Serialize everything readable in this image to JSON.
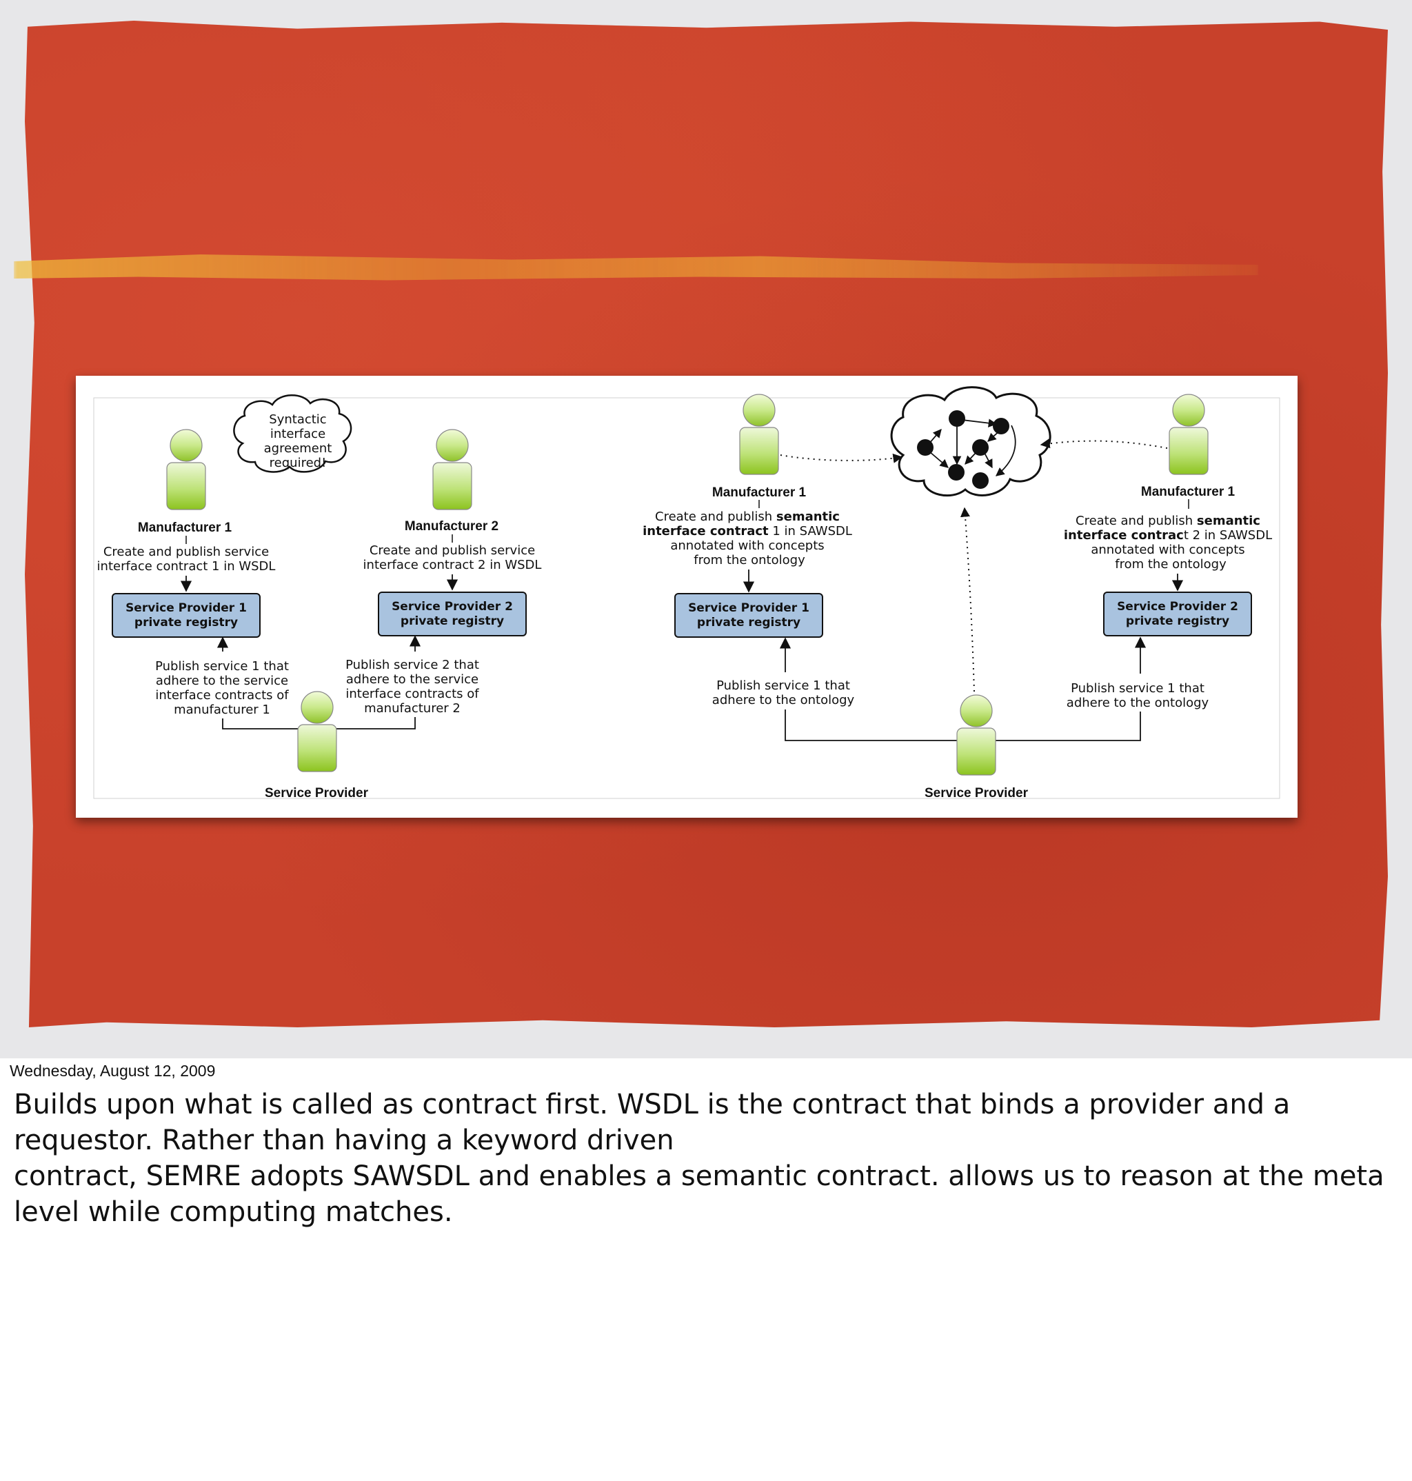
{
  "slide": {
    "colors": {
      "background": "#e7e7e9",
      "red": "#c8412b",
      "streak": "#f0be3c",
      "registry_box": "#a9c3df",
      "person_green": "#9ccc3a"
    }
  },
  "diagram": {
    "left": {
      "cloud_text": [
        "Syntactic",
        "interface",
        "agreement",
        "required!"
      ],
      "manufacturer_1": {
        "name": "Manufacturer 1",
        "action": [
          "Create and publish service",
          "interface contract 1 in WSDL"
        ],
        "registry": [
          "Service Provider 1",
          "private registry"
        ],
        "publish_note": [
          "Publish service 1 that",
          "adhere to the service",
          "interface contracts of",
          "manufacturer 1"
        ]
      },
      "manufacturer_2": {
        "name": "Manufacturer 2",
        "action": [
          "Create and publish service",
          "interface contract 2 in WSDL"
        ],
        "registry": [
          "Service Provider 2",
          "private registry"
        ],
        "publish_note": [
          "Publish service 2 that",
          "adhere to the service",
          "interface contracts of",
          "manufacturer 2"
        ]
      },
      "provider": "Service Provider"
    },
    "right": {
      "manufacturer_a": {
        "name": "Manufacturer 1",
        "action_line1_pre": "Create and publish ",
        "action_line1_bold": "semantic",
        "action_line2_bold": "interface contract",
        "action_line2_rest": " 1 in SAWSDL",
        "action_line3": "annotated  with concepts",
        "action_line4": "from the ontology",
        "registry": [
          "Service Provider 1",
          "private registry"
        ],
        "publish_note": [
          "Publish service 1 that",
          "adhere to the ontology"
        ]
      },
      "manufacturer_b": {
        "name": "Manufacturer 1",
        "action_line1_pre": "Create and publish ",
        "action_line1_bold": "semantic",
        "action_line2_bold": "interface contrac",
        "action_line2_rest": "t 2 in SAWSDL",
        "action_line3": "annotated  with concepts",
        "action_line4": "from the ontology",
        "registry": [
          "Service Provider 2",
          "private registry"
        ],
        "publish_note": [
          "Publish service 1 that",
          "adhere to the ontology"
        ]
      },
      "provider": "Service Provider"
    }
  },
  "footer": {
    "date": "Wednesday, August 12, 2009",
    "notes": [
      "Builds upon what is called as contract first. WSDL is the contract that binds a provider and a requestor. Rather than having a keyword driven",
      "contract, SEMRE adopts SAWSDL and enables a semantic contract. allows us to reason at the meta level while computing matches."
    ]
  }
}
